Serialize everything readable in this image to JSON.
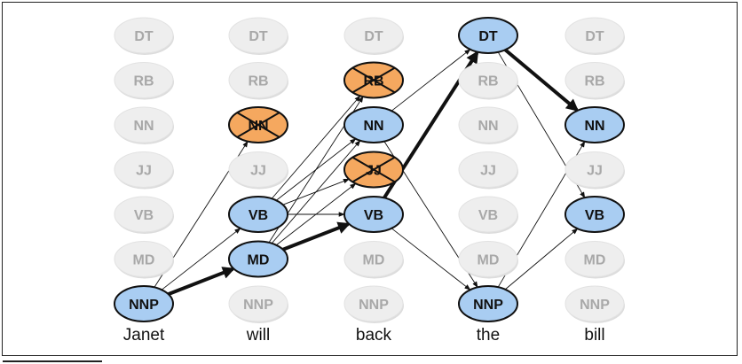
{
  "diagram": {
    "tags": [
      "DT",
      "RB",
      "NN",
      "JJ",
      "VB",
      "MD",
      "NNP"
    ],
    "words": [
      "Janet",
      "will",
      "back",
      "the",
      "bill"
    ],
    "states": [
      {
        "word": 0,
        "tag": "NNP",
        "status": "active"
      },
      {
        "word": 1,
        "tag": "NN",
        "status": "eliminated"
      },
      {
        "word": 1,
        "tag": "VB",
        "status": "active"
      },
      {
        "word": 1,
        "tag": "MD",
        "status": "active"
      },
      {
        "word": 2,
        "tag": "RB",
        "status": "eliminated"
      },
      {
        "word": 2,
        "tag": "NN",
        "status": "active"
      },
      {
        "word": 2,
        "tag": "JJ",
        "status": "eliminated"
      },
      {
        "word": 2,
        "tag": "VB",
        "status": "active"
      },
      {
        "word": 3,
        "tag": "DT",
        "status": "active"
      },
      {
        "word": 3,
        "tag": "NNP",
        "status": "active"
      },
      {
        "word": 4,
        "tag": "NN",
        "status": "active"
      },
      {
        "word": 4,
        "tag": "VB",
        "status": "active"
      }
    ],
    "edges": [
      {
        "from": [
          0,
          "NNP"
        ],
        "to": [
          1,
          "NN"
        ],
        "best": false
      },
      {
        "from": [
          0,
          "NNP"
        ],
        "to": [
          1,
          "VB"
        ],
        "best": false
      },
      {
        "from": [
          0,
          "NNP"
        ],
        "to": [
          1,
          "MD"
        ],
        "best": true
      },
      {
        "from": [
          1,
          "VB"
        ],
        "to": [
          2,
          "RB"
        ],
        "best": false
      },
      {
        "from": [
          1,
          "VB"
        ],
        "to": [
          2,
          "NN"
        ],
        "best": false
      },
      {
        "from": [
          1,
          "VB"
        ],
        "to": [
          2,
          "JJ"
        ],
        "best": false
      },
      {
        "from": [
          1,
          "VB"
        ],
        "to": [
          2,
          "VB"
        ],
        "best": false
      },
      {
        "from": [
          1,
          "MD"
        ],
        "to": [
          2,
          "RB"
        ],
        "best": false
      },
      {
        "from": [
          1,
          "MD"
        ],
        "to": [
          2,
          "NN"
        ],
        "best": false
      },
      {
        "from": [
          1,
          "MD"
        ],
        "to": [
          2,
          "JJ"
        ],
        "best": false
      },
      {
        "from": [
          1,
          "MD"
        ],
        "to": [
          2,
          "VB"
        ],
        "best": true
      },
      {
        "from": [
          2,
          "NN"
        ],
        "to": [
          3,
          "DT"
        ],
        "best": false
      },
      {
        "from": [
          2,
          "NN"
        ],
        "to": [
          3,
          "NNP"
        ],
        "best": false
      },
      {
        "from": [
          2,
          "VB"
        ],
        "to": [
          3,
          "DT"
        ],
        "best": true
      },
      {
        "from": [
          2,
          "VB"
        ],
        "to": [
          3,
          "NNP"
        ],
        "best": false
      },
      {
        "from": [
          3,
          "DT"
        ],
        "to": [
          4,
          "NN"
        ],
        "best": true
      },
      {
        "from": [
          3,
          "DT"
        ],
        "to": [
          4,
          "VB"
        ],
        "best": false
      },
      {
        "from": [
          3,
          "NNP"
        ],
        "to": [
          4,
          "NN"
        ],
        "best": false
      },
      {
        "from": [
          3,
          "NNP"
        ],
        "to": [
          4,
          "VB"
        ],
        "best": false
      }
    ],
    "colors": {
      "inactive_fill": "#eeeeee",
      "inactive_text": "#a8a8a8",
      "active_fill": "#a9cdf2",
      "active_text": "#111111",
      "eliminated_fill": "#f5a85f",
      "stroke": "#111111"
    }
  }
}
